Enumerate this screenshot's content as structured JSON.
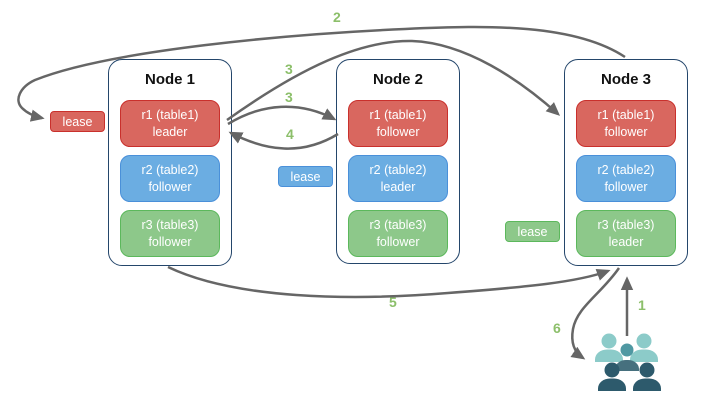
{
  "nodes": [
    {
      "title": "Node 1",
      "replicas": [
        {
          "range": "r1 (table1)",
          "role": "leader",
          "color": "red"
        },
        {
          "range": "r2 (table2)",
          "role": "follower",
          "color": "blue"
        },
        {
          "range": "r3 (table3)",
          "role": "follower",
          "color": "green"
        }
      ]
    },
    {
      "title": "Node 2",
      "replicas": [
        {
          "range": "r1 (table1)",
          "role": "follower",
          "color": "red"
        },
        {
          "range": "r2 (table2)",
          "role": "leader",
          "color": "blue"
        },
        {
          "range": "r3 (table3)",
          "role": "follower",
          "color": "green"
        }
      ]
    },
    {
      "title": "Node 3",
      "replicas": [
        {
          "range": "r1 (table1)",
          "role": "follower",
          "color": "red"
        },
        {
          "range": "r2 (table2)",
          "role": "follower",
          "color": "blue"
        },
        {
          "range": "r3 (table3)",
          "role": "leader",
          "color": "green"
        }
      ]
    }
  ],
  "leases": [
    {
      "label": "lease",
      "color": "red"
    },
    {
      "label": "lease",
      "color": "blue"
    },
    {
      "label": "lease",
      "color": "green"
    }
  ],
  "steps": {
    "s1": "1",
    "s2": "2",
    "s3a": "3",
    "s3b": "3",
    "s4": "4",
    "s5": "5",
    "s6": "6"
  },
  "icons": {
    "users": "users-icon"
  },
  "colors": {
    "red_fill": "#d9675f",
    "red_border": "#c9302c",
    "blue_fill": "#6bade2",
    "blue_border": "#4a90d9",
    "green_fill": "#8dc88a",
    "green_border": "#5cb85c",
    "node_border": "#24466b",
    "arrow": "#666666",
    "step_number": "#8cbf6a",
    "users_light_teal": "#8ccbc9",
    "users_mid_teal": "#4f98a2",
    "users_mid_body": "#46707e",
    "users_dark": "#2d5a6c"
  }
}
